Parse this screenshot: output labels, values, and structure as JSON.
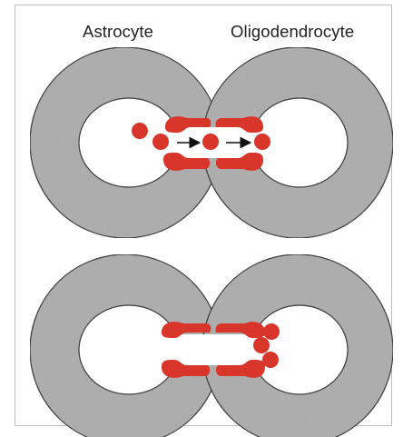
{
  "labels": {
    "left_cell": "Astrocyte",
    "right_cell": "Oligodendrocyte"
  },
  "colors": {
    "cell_gray": "#b4b4b4",
    "cell_outline": "#1a1a1a",
    "connexin_red": "#d8362b",
    "arrow": "#111111",
    "frame": "#bdbdbd"
  },
  "panels": [
    {
      "id": "top",
      "state": "open-channel",
      "arrows": 2
    },
    {
      "id": "bottom",
      "state": "closed-channel",
      "arrows": 0
    }
  ]
}
